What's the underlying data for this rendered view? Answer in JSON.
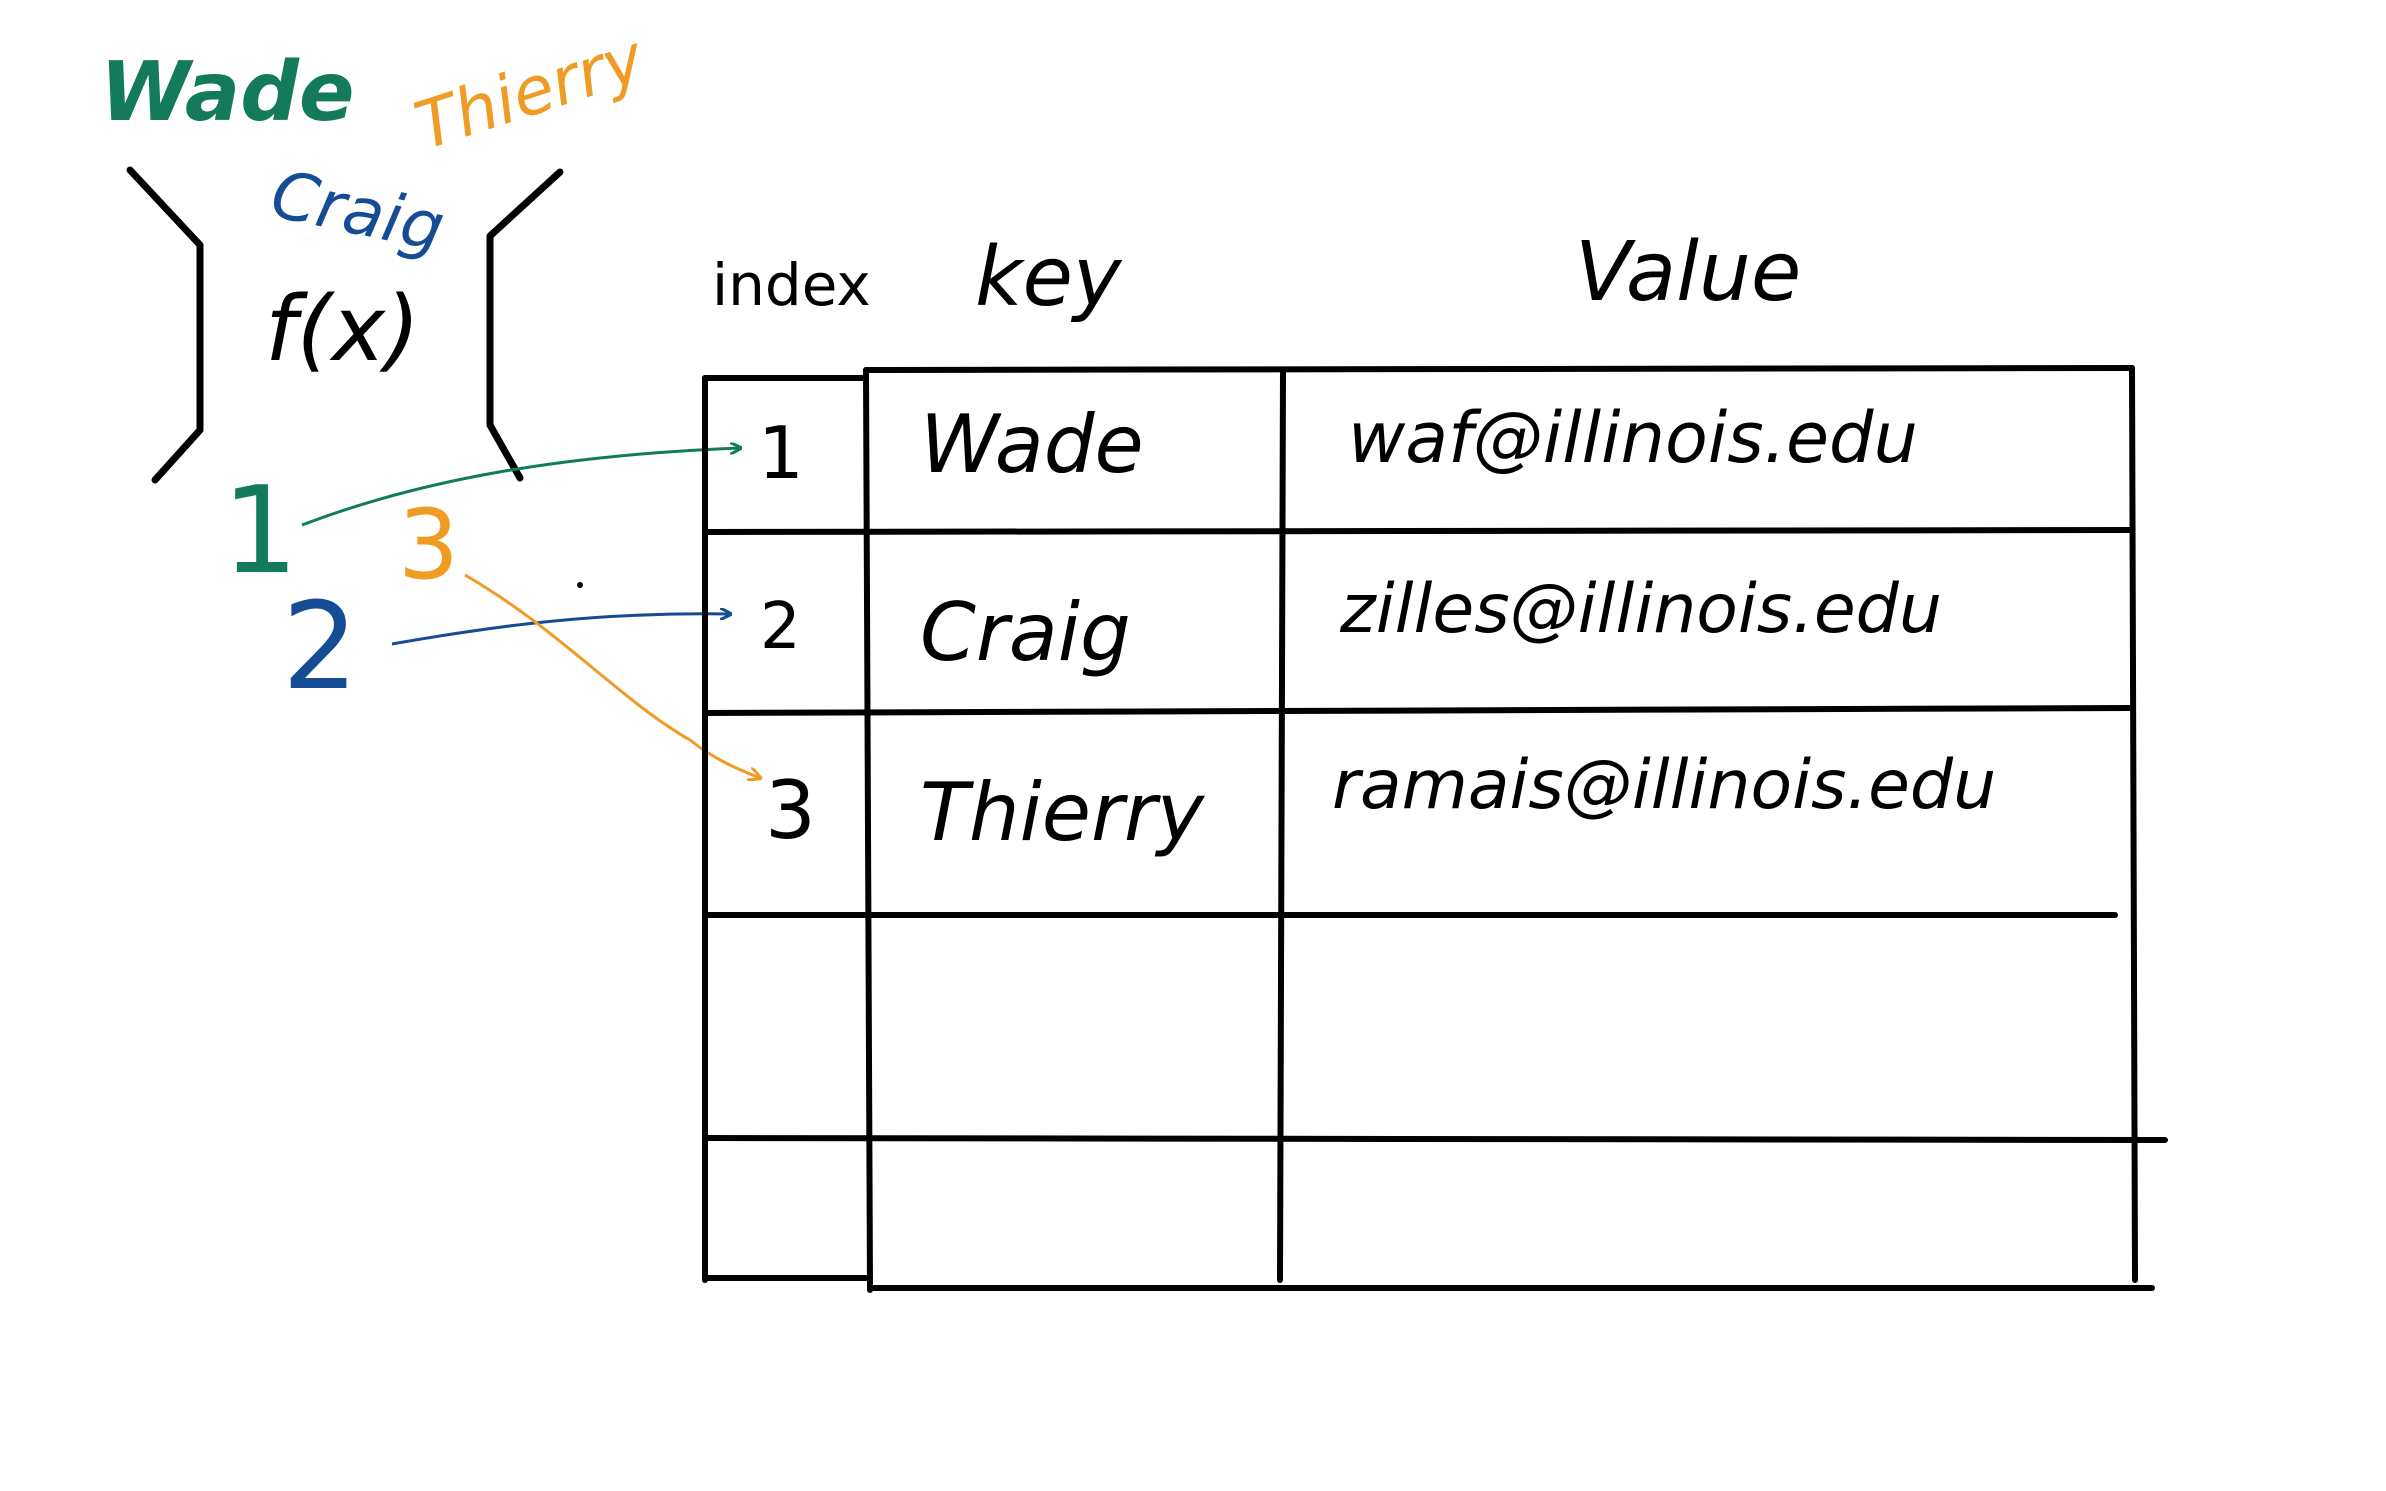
{
  "inputs": [
    {
      "name": "Wade",
      "color": "#137a5c"
    },
    {
      "name": "Craig",
      "color": "#154c93"
    },
    {
      "name": "Thierry",
      "color": "#ef9b24"
    }
  ],
  "hash_function": {
    "label": "f(x)"
  },
  "hash_outputs": [
    {
      "value": "1",
      "color": "#137a5c",
      "target_row": 1
    },
    {
      "value": "2",
      "color": "#154c93",
      "target_row": 2
    },
    {
      "value": "3",
      "color": "#ef9b24",
      "target_row": 3
    }
  ],
  "table": {
    "headers": {
      "index": "index",
      "key": "key",
      "value": "Value"
    },
    "rows": [
      {
        "index": "1",
        "key": "Wade",
        "value": "waf@illinois.edu"
      },
      {
        "index": "2",
        "key": "Craig",
        "value": "zilles@illinois.edu"
      },
      {
        "index": "3",
        "key": "Thierry",
        "value": "ramais@illinois.edu"
      },
      {
        "index": "",
        "key": "",
        "value": ""
      },
      {
        "index": "",
        "key": "",
        "value": ""
      }
    ]
  },
  "ink_color": "#000000"
}
